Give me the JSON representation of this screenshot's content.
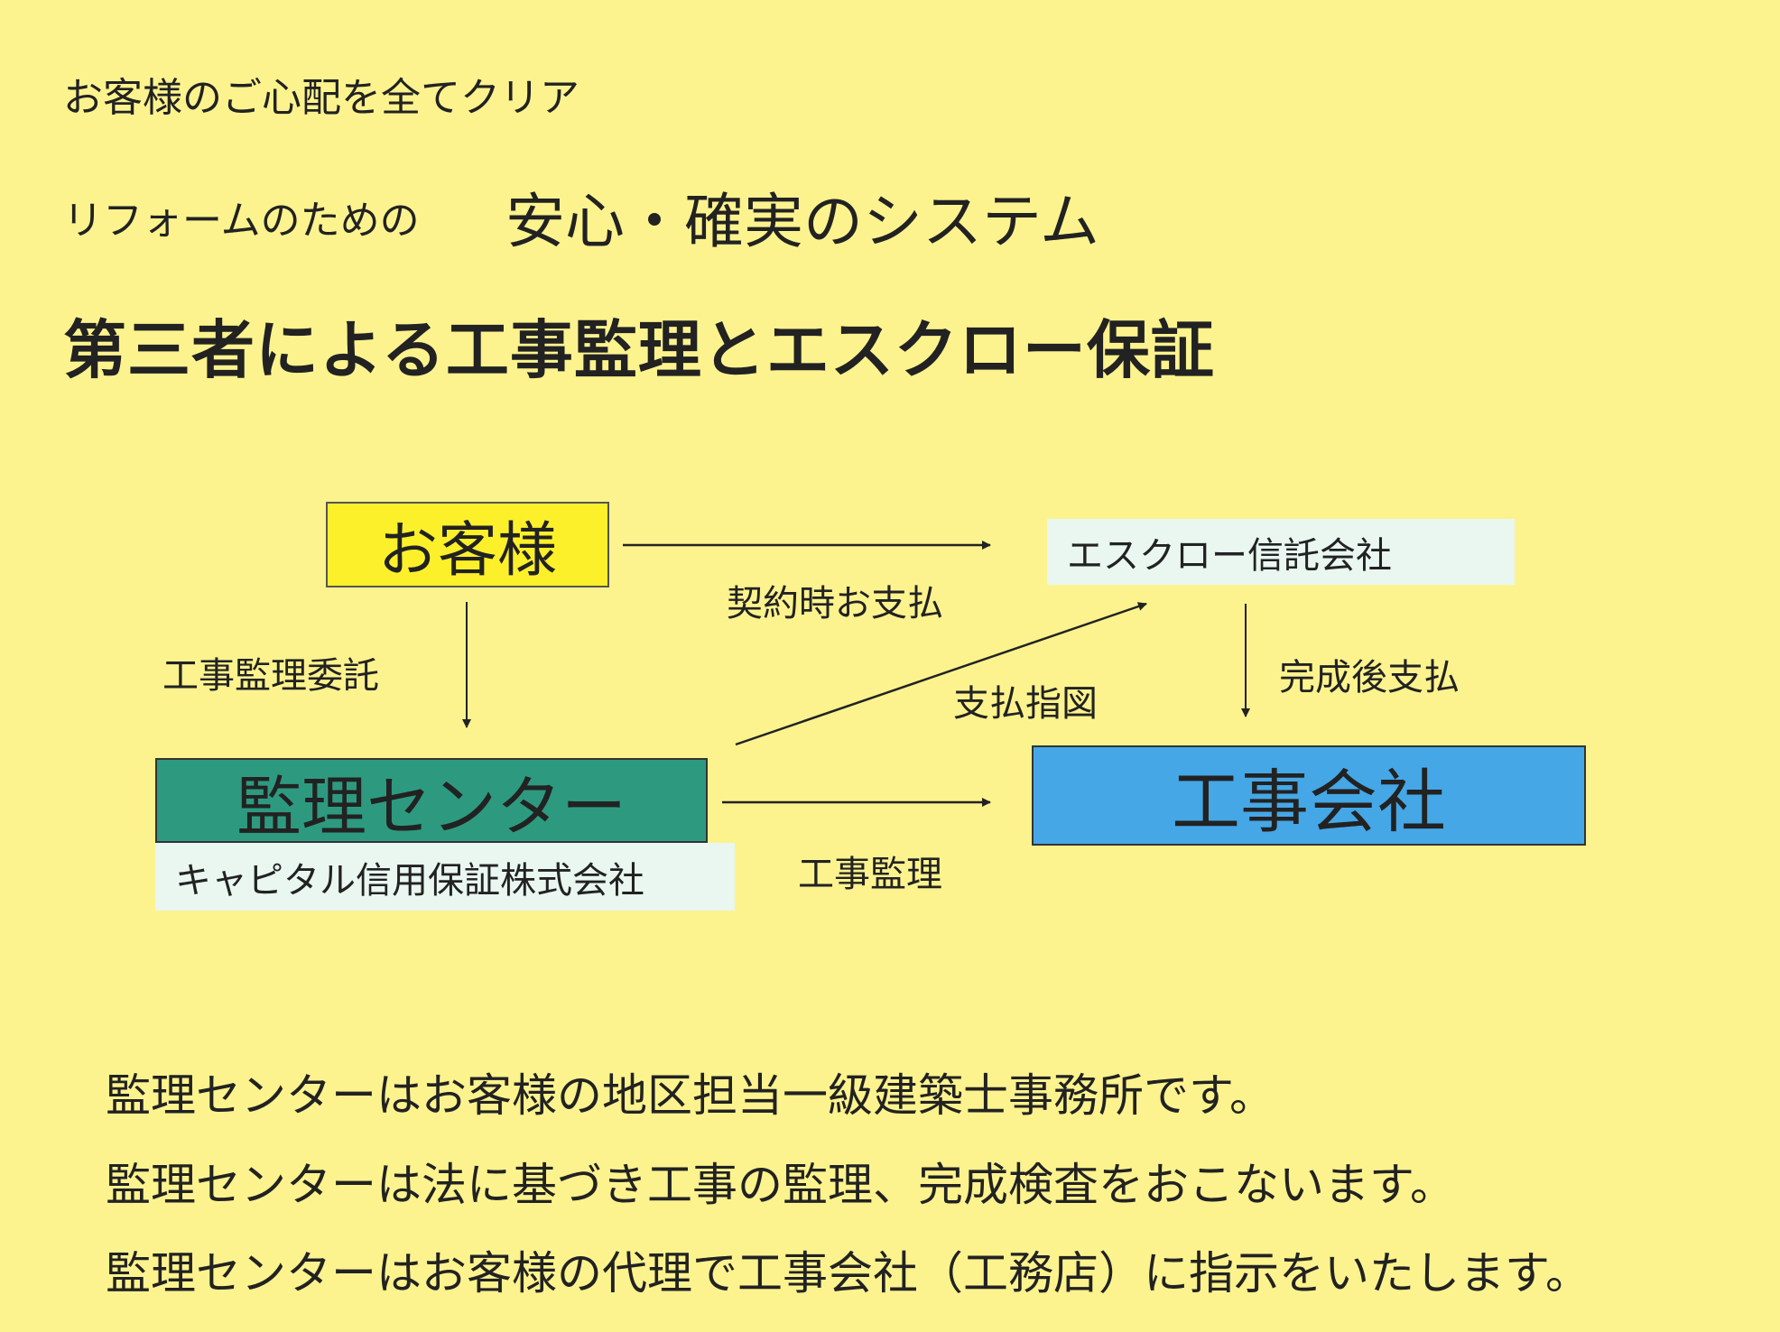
{
  "header": {
    "tagline": "お客様のご心配を全てクリア",
    "subtitle_prefix": "リフォームのための",
    "subtitle_main": "安心・確実のシステム",
    "title": "第三者による工事監理とエスクロー保証"
  },
  "diagram": {
    "nodes": {
      "customer": "お客様",
      "escrow": "エスクロー信託会社",
      "center": "監理センター",
      "center_sub": "キャピタル信用保証株式会社",
      "contractor": "工事会社"
    },
    "edges": {
      "customer_to_escrow": "契約時お支払",
      "customer_to_center": "工事監理委託",
      "center_to_escrow": "支払指図",
      "escrow_to_contractor": "完成後支払",
      "center_to_contractor": "工事監理"
    },
    "colors": {
      "background": "#fcf38e",
      "customer": "#fcf02a",
      "center": "#2d9a80",
      "contractor": "#45a7e6",
      "light_box": "#e9f7f0"
    }
  },
  "notes": [
    "監理センターはお客様の地区担当一級建築士事務所です。",
    "監理センターは法に基づき工事の監理、完成検査をおこないます。",
    "監理センターはお客様の代理で工事会社（工務店）に指示をいたします。"
  ]
}
